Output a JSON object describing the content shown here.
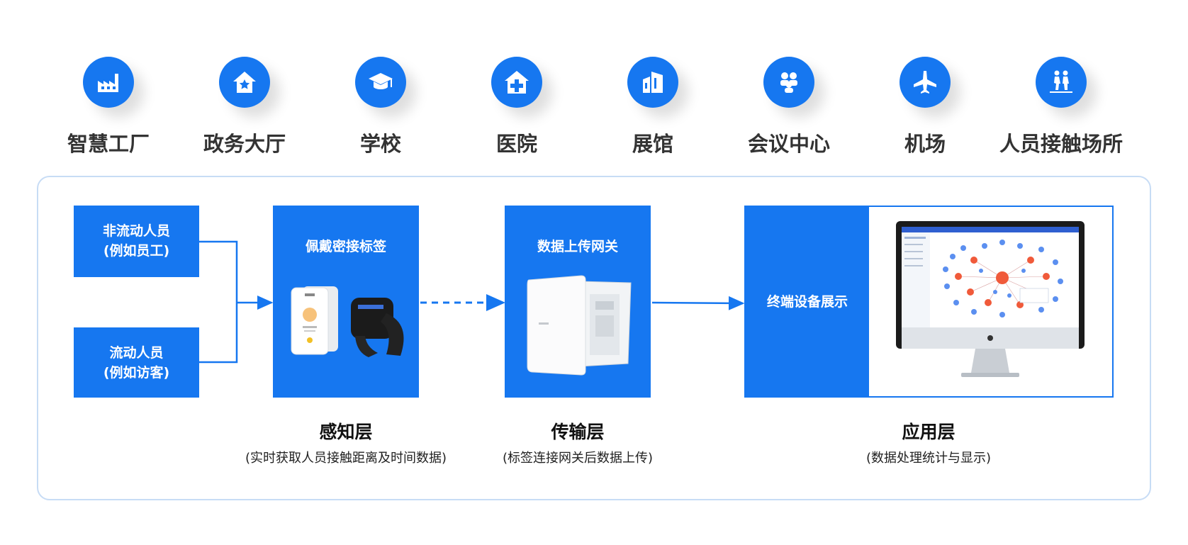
{
  "scenarios": [
    {
      "label": "智慧工厂",
      "icon": "factory-icon"
    },
    {
      "label": "政务大厅",
      "icon": "government-hall-icon"
    },
    {
      "label": "学校",
      "icon": "graduation-cap-icon"
    },
    {
      "label": "医院",
      "icon": "hospital-icon"
    },
    {
      "label": "展馆",
      "icon": "exhibition-hall-icon"
    },
    {
      "label": "会议中心",
      "icon": "meeting-people-icon"
    },
    {
      "label": "机场",
      "icon": "airplane-icon"
    },
    {
      "label": "人员接触场所",
      "icon": "people-walking-icon"
    }
  ],
  "people": {
    "fixed": {
      "line1": "非流动人员",
      "line2": "(例如员工)"
    },
    "mobile": {
      "line1": "流动人员",
      "line2": "(例如访客)"
    }
  },
  "tag_box": {
    "title": "佩戴密接标签"
  },
  "gateway_box": {
    "title": "数据上传网关"
  },
  "terminal_box": {
    "title": "终端设备展示"
  },
  "layers": {
    "perception": {
      "title": "感知层",
      "subtitle": "(实时获取人员接触距离及时间数据)"
    },
    "transmission": {
      "title": "传输层",
      "subtitle": "(标签连接网关后数据上传)"
    },
    "application": {
      "title": "应用层",
      "subtitle": "(数据处理统计与显示)"
    }
  },
  "colors": {
    "accent": "#1677f0",
    "frame_border": "#c7dcf5",
    "node_red": "#f05a3a",
    "node_blue": "#5b8ff0"
  }
}
